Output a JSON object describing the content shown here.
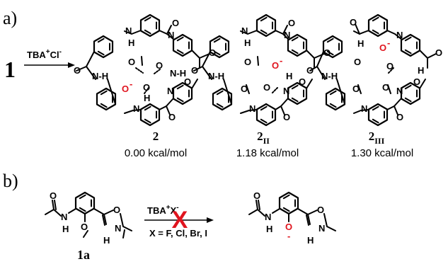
{
  "panel_a": {
    "label": "a)",
    "reactant": "1",
    "reagent": {
      "main": "TBA",
      "charge_plus": "+",
      "anion": "Cl",
      "charge_minus": "-"
    },
    "structures": [
      {
        "compound": "2",
        "subscript": "",
        "energy": "0.00 kcal/mol"
      },
      {
        "compound": "2",
        "subscript": "II",
        "energy": "1.18 kcal/mol"
      },
      {
        "compound": "2",
        "subscript": "III",
        "energy": "1.30 kcal/mol"
      }
    ]
  },
  "panel_b": {
    "label": "b)",
    "compound": "1a",
    "reagent": {
      "main": "TBA",
      "charge_plus": "+",
      "anion": "X",
      "charge_minus": "-"
    },
    "condition": "X = F, Cl, Br, I",
    "no_reaction_mark": "X"
  },
  "atoms": {
    "nitrogen": "N",
    "oxygen": "O",
    "hydrogen": "H",
    "amide_nh": "N-H",
    "anion_minus": "-"
  },
  "colors": {
    "anion_oxygen": "#e0141e",
    "no_reaction_cross": "#e0141e"
  }
}
